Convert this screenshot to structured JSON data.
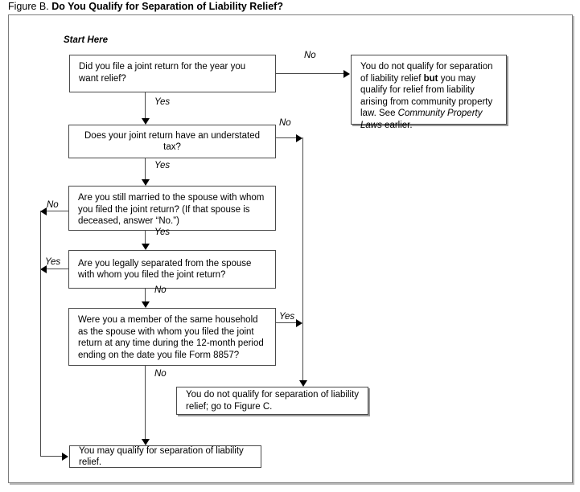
{
  "figure": {
    "label": "Figure B.",
    "heading": "Do You Qualify for Separation of Liability Relief?",
    "start_caption": "Start Here"
  },
  "nodes": {
    "q1": "Did you file a joint return for the year you want relief?",
    "q2": "Does your joint return have an understated tax?",
    "q3": "Are you still married to the spouse with whom you filed the joint return? (If that spouse is deceased, answer “No.”)",
    "q4": "Are you legally separated from the spouse with whom you filed the joint return?",
    "q5": "Were you a member of the same household as the spouse with whom you filed the joint return at any time during the 12-month period ending on the date you file Form 8857?",
    "outcome_community": {
      "part1": "You do not qualify for separation of liability relief ",
      "bold": "but",
      "part2": " you may qualify for relief from liability arising from community property law. See ",
      "italic": "Community Property Laws",
      "part3": " earlier."
    },
    "outcome_figure_c": "You do not qualify for separation of liability relief; go to Figure C.",
    "outcome_qualify": "You may qualify for separation of liability relief."
  },
  "edges": {
    "q1_no": "No",
    "q1_yes": "Yes",
    "q2_no": "No",
    "q2_yes": "Yes",
    "q3_no": "No",
    "q3_yes": "Yes",
    "q4_yes": "Yes",
    "q4_no": "No",
    "q5_yes": "Yes",
    "q5_no": "No"
  },
  "colors": {
    "border": "#4a4a4a",
    "frame": "#7c7c7c",
    "shadow": "#9a9a9a",
    "background": "#ffffff",
    "text": "#000000"
  }
}
